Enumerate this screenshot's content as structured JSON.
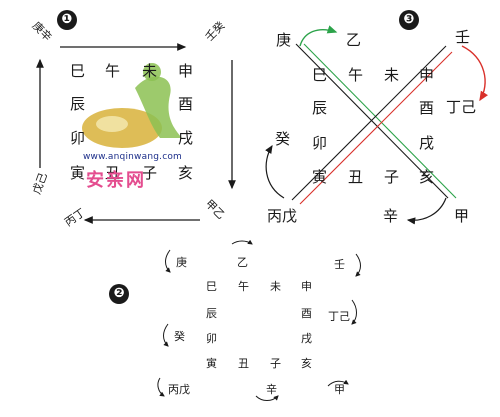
{
  "diagram1": {
    "number": "❶",
    "grid": [
      [
        "巳",
        "午",
        "未",
        "申"
      ],
      [
        "辰",
        "",
        "",
        "酉"
      ],
      [
        "卯",
        "",
        "",
        "戌"
      ],
      [
        "寅",
        "丑",
        "子",
        "亥"
      ]
    ],
    "corners": {
      "top_left": "庚辛",
      "top_right": "壬癸",
      "bottom_right": "甲乙",
      "bottom_left_side": "戊己",
      "bottom_left": "丙丁"
    },
    "watermark_url": "www.anqinwang.com",
    "watermark_text": "安亲网"
  },
  "diagram2": {
    "number": "❷",
    "grid": [
      [
        "巳",
        "午",
        "未",
        "申"
      ],
      [
        "辰",
        "",
        "",
        "酉"
      ],
      [
        "卯",
        "",
        "",
        "戌"
      ],
      [
        "寅",
        "丑",
        "子",
        "亥"
      ]
    ],
    "labels": {
      "geng": "庚",
      "yi": "乙",
      "ren": "壬",
      "dingji": "丁己",
      "gui": "癸",
      "bingwu": "丙戊",
      "xin": "辛",
      "jia": "甲"
    }
  },
  "diagram3": {
    "number": "❸",
    "grid": [
      [
        "巳",
        "午",
        "未",
        "申"
      ],
      [
        "辰",
        "",
        "",
        "酉"
      ],
      [
        "卯",
        "",
        "",
        "戌"
      ],
      [
        "寅",
        "丑",
        "子",
        "亥"
      ]
    ],
    "labels": {
      "geng": "庚",
      "yi": "乙",
      "ren": "壬",
      "dingji": "丁己",
      "gui": "癸",
      "bingwu": "丙戊",
      "xin": "辛",
      "jia": "甲"
    },
    "colors": {
      "green": "#2ca34a",
      "red": "#d9302a"
    }
  }
}
